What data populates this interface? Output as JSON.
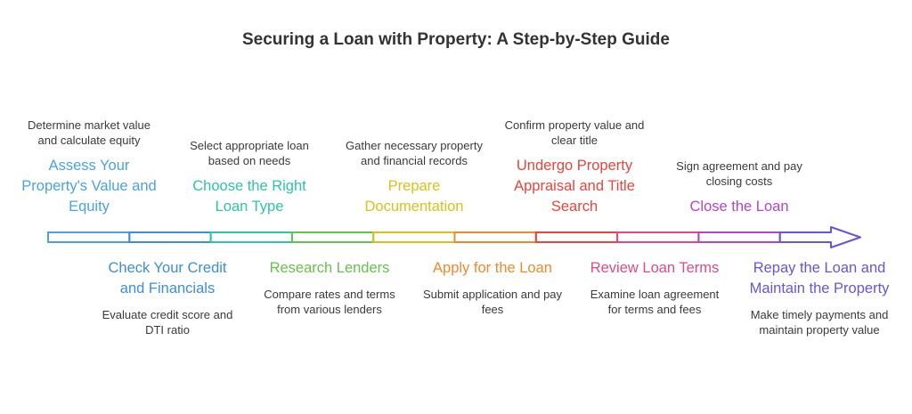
{
  "title": "Securing a Loan with Property: A Step-by-Step Guide",
  "steps": [
    {
      "label": "Assess Your Property's Value and Equity",
      "desc": "Determine market value and calculate equity",
      "color": "#4aa3e0"
    },
    {
      "label": "Check Your Credit and Financials",
      "desc": "Evaluate credit score and DTI ratio",
      "color": "#3d8fd4"
    },
    {
      "label": "Choose the Right Loan Type",
      "desc": "Select appropriate loan based on needs",
      "color": "#2ec4a6"
    },
    {
      "label": "Research Lenders",
      "desc": "Compare rates and terms from various lenders",
      "color": "#66c24a"
    },
    {
      "label": "Prepare Documentation",
      "desc": "Gather necessary property and financial records",
      "color": "#d8c21a"
    },
    {
      "label": "Apply for the Loan",
      "desc": "Submit application and pay fees",
      "color": "#ee8a2e"
    },
    {
      "label": "Undergo Property Appraisal and Title Search",
      "desc": "Confirm property value and clear title",
      "color": "#e8453c"
    },
    {
      "label": "Review Loan Terms",
      "desc": "Examine loan agreement for terms and fees",
      "color": "#e04a8a"
    },
    {
      "label": "Close the Loan",
      "desc": "Sign agreement and pay closing costs",
      "color": "#b545c9"
    },
    {
      "label": "Repay the Loan and Maintain the Property",
      "desc": "Make timely payments and maintain property value",
      "color": "#6a55d8"
    }
  ]
}
